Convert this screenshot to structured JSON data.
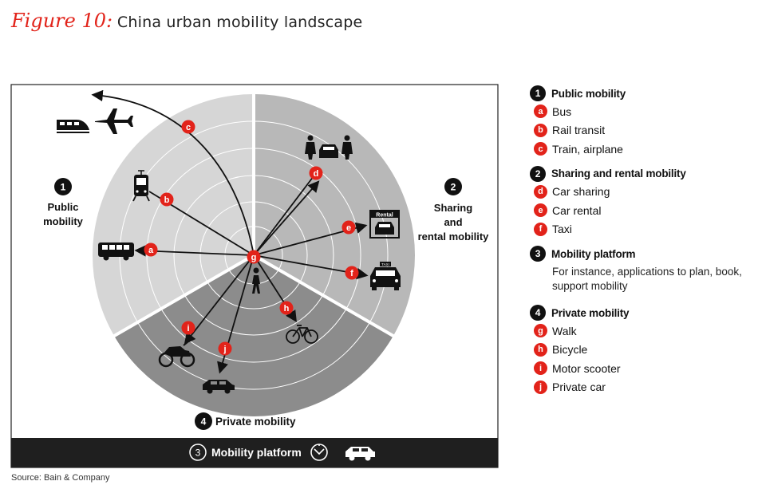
{
  "figure": {
    "label": "Figure 10:",
    "title": "China urban mobility landscape"
  },
  "source": "Source: Bain & Company",
  "diagram": {
    "sectors": [
      {
        "number": "1",
        "label_lines": [
          "Public",
          "mobility"
        ]
      },
      {
        "number": "2",
        "label_lines": [
          "Sharing",
          "and",
          "rental mobility"
        ]
      },
      {
        "number": "4",
        "label": "Private mobility"
      }
    ],
    "platform_bar": {
      "number": "3",
      "label": "Mobility platform"
    },
    "center_node": "g",
    "nodes": [
      {
        "id": "a",
        "letter": "a",
        "icon": "bus-icon"
      },
      {
        "id": "b",
        "letter": "b",
        "icon": "tram-icon"
      },
      {
        "id": "c",
        "letter": "c",
        "icon": "train-airplane-icon"
      },
      {
        "id": "d",
        "letter": "d",
        "icon": "car-sharing-icon"
      },
      {
        "id": "e",
        "letter": "e",
        "icon": "car-rental-icon"
      },
      {
        "id": "f",
        "letter": "f",
        "icon": "taxi-icon"
      },
      {
        "id": "h",
        "letter": "h",
        "icon": "bicycle-icon"
      },
      {
        "id": "i",
        "letter": "i",
        "icon": "motor-scooter-icon"
      },
      {
        "id": "j",
        "letter": "j",
        "icon": "car-icon"
      }
    ],
    "rental_sign": "Rental",
    "taxi_sign": "TAXI",
    "colors": {
      "public": "#d6d6d6",
      "sharing": "#b7b7b7",
      "private": "#8c8c8c",
      "platform": "#1f1f1f",
      "accent": "#e2231a"
    }
  },
  "legend": [
    {
      "number": "1",
      "title": "Public mobility",
      "items": [
        {
          "letter": "a",
          "label": "Bus"
        },
        {
          "letter": "b",
          "label": "Rail transit"
        },
        {
          "letter": "c",
          "label": "Train, airplane"
        }
      ]
    },
    {
      "number": "2",
      "title": "Sharing and rental mobility",
      "items": [
        {
          "letter": "d",
          "label": "Car sharing"
        },
        {
          "letter": "e",
          "label": "Car rental"
        },
        {
          "letter": "f",
          "label": "Taxi"
        }
      ]
    },
    {
      "number": "3",
      "title": "Mobility platform",
      "description": "For instance, applications to plan, book, support mobility"
    },
    {
      "number": "4",
      "title": "Private mobility",
      "items": [
        {
          "letter": "g",
          "label": "Walk"
        },
        {
          "letter": "h",
          "label": "Bicycle"
        },
        {
          "letter": "i",
          "label": "Motor scooter"
        },
        {
          "letter": "j",
          "label": "Private car"
        }
      ]
    }
  ]
}
